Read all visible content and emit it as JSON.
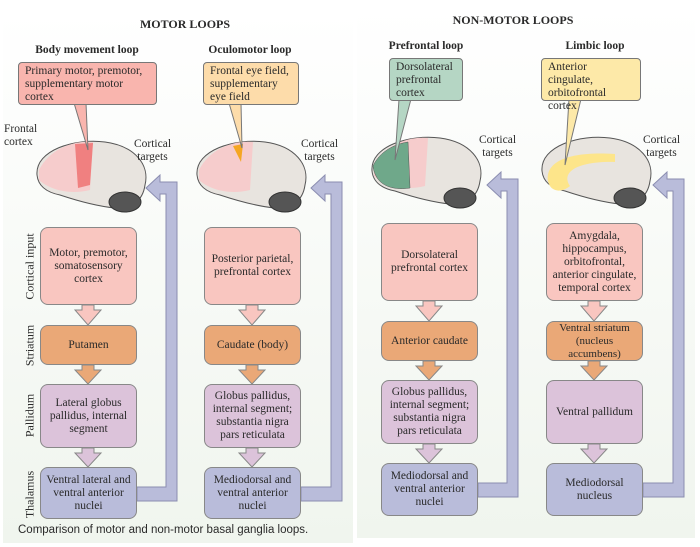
{
  "motor": {
    "title": "MOTOR LOOPS",
    "loops": [
      {
        "title": "Body movement loop",
        "callout": "Primary motor, premotor, supplementary motor cortex",
        "cortical": "Motor, premotor, somatosensory cortex",
        "striatum": "Putamen",
        "pallidum": "Lateral globus pallidus, internal segment",
        "thalamus": "Ventral lateral and ventral anterior nuclei",
        "targets": "Cortical targets"
      },
      {
        "title": "Oculomotor loop",
        "callout": "Frontal eye field, supplementary eye field",
        "cortical": "Posterior parietal, prefrontal cortex",
        "striatum": "Caudate (body)",
        "pallidum": "Globus pallidus, internal segment; substantia nigra pars reticulata",
        "thalamus": "Mediodorsal and ventral anterior nuclei",
        "targets": "Cortical targets"
      }
    ],
    "frontal_label": "Frontal cortex"
  },
  "nonmotor": {
    "title": "NON-MOTOR LOOPS",
    "loops": [
      {
        "title": "Prefrontal loop",
        "callout": "Dorsolateral prefrontal cortex",
        "cortical": "Dorsolateral prefrontal cortex",
        "striatum": "Anterior caudate",
        "pallidum": "Globus pallidus, internal segment; substantia nigra pars reticulata",
        "thalamus": "Mediodorsal and ventral anterior nuclei",
        "targets": "Cortical targets"
      },
      {
        "title": "Limbic loop",
        "callout": "Anterior cingulate, orbitofrontal cortex",
        "cortical": "Amygdala, hippocampus, orbitofrontal, anterior cingulate, temporal cortex",
        "striatum": "Ventral striatum (nucleus accumbens)",
        "pallidum": "Ventral pallidum",
        "thalamus": "Mediodorsal nucleus",
        "targets": "Cortical targets"
      }
    ]
  },
  "row_labels": [
    "Cortical input",
    "Striatum",
    "Pallidum",
    "Thalamus"
  ],
  "caption": "Comparison of motor and non-motor basal ganglia loops.",
  "colors": {
    "cortical": "#f9c6c0",
    "striatum": "#eaa877",
    "pallidum": "#dcc3da",
    "thalamus": "#b9bcda",
    "return_arrow": "#b9bcda",
    "motor_region": "#f08080",
    "eye_field": "#f5a623",
    "prefrontal": "#6fa88a",
    "limbic": "#fde58a",
    "callout_motor": "#f9b5ae",
    "callout_eye": "#fddcaa",
    "callout_prefrontal": "#b5d6c4",
    "callout_limbic": "#fde9a8"
  }
}
